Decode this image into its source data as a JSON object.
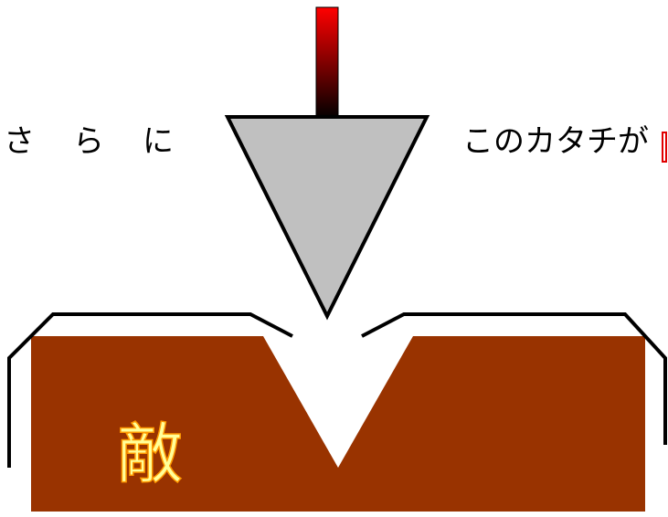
{
  "left_text": "さらに",
  "right_text": "このカタチが",
  "enemy_label": "敵",
  "colors": {
    "arrow_gradient_top": "#ff0000",
    "arrow_gradient_bottom": "#000000",
    "wedge_fill": "#c0c0c0",
    "block_fill": "#993300",
    "enemy_text_fill": "#ffff99",
    "enemy_text_stroke": "#ff9900",
    "cursor_box": "#e00000",
    "outline": "#000000"
  }
}
